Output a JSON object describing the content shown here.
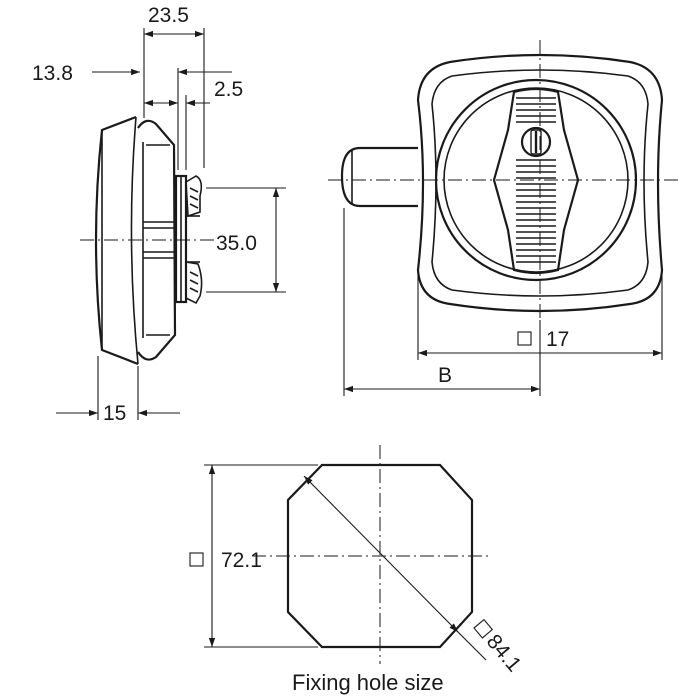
{
  "side_view": {
    "dim_overall": "23.5",
    "dim_offset": "13.8",
    "dim_flange": "2.5",
    "dim_height": "35.0",
    "dim_depth": "15"
  },
  "front_view": {
    "dim_square": "17",
    "dim_b": "B"
  },
  "fixing_hole": {
    "dim_side": "72.1",
    "dim_diagonal": "84.1",
    "caption": "Fixing hole size"
  },
  "symbols": {
    "square": "□"
  }
}
